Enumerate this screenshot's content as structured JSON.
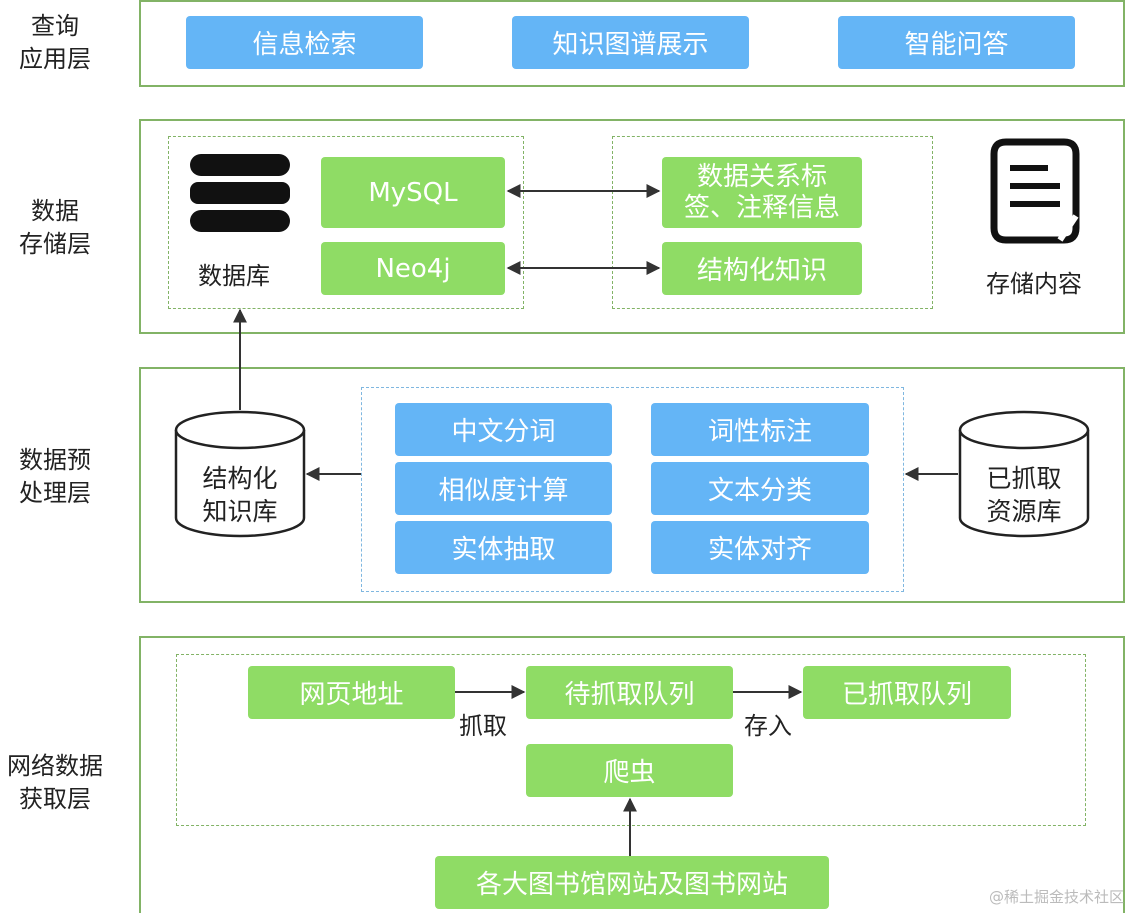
{
  "layers": {
    "query": {
      "label": [
        "查询",
        "应用层"
      ],
      "items": [
        "信息检索",
        "知识图谱展示",
        "智能问答"
      ]
    },
    "storage": {
      "label": [
        "数据",
        "存储层"
      ],
      "database_caption": "数据库",
      "databases": [
        "MySQL",
        "Neo4j"
      ],
      "contents": [
        "数据关系标签、注释信息",
        "结构化知识"
      ],
      "contents_lines": [
        [
          "数据关系标",
          "签、注释信息"
        ]
      ],
      "content_caption": "存储内容"
    },
    "preprocess": {
      "label": [
        "数据预",
        "处理层"
      ],
      "left_store": [
        "结构化",
        "知识库"
      ],
      "right_store": [
        "已抓取",
        "资源库"
      ],
      "tasks": [
        "中文分词",
        "词性标注",
        "相似度计算",
        "文本分类",
        "实体抽取",
        "实体对齐"
      ]
    },
    "acquisition": {
      "label": [
        "网络数据",
        "获取层"
      ],
      "nodes": [
        "网页地址",
        "待抓取队列",
        "已抓取队列",
        "爬虫",
        "各大图书馆网站及图书网站"
      ],
      "edge_labels": [
        "抓取",
        "存入"
      ]
    }
  },
  "colors": {
    "blue": "#64b5f6",
    "green": "#8fdc65",
    "border_green": "#82b366",
    "dash_blue": "#7fb7e0"
  },
  "watermark": "@稀土掘金技术社区"
}
